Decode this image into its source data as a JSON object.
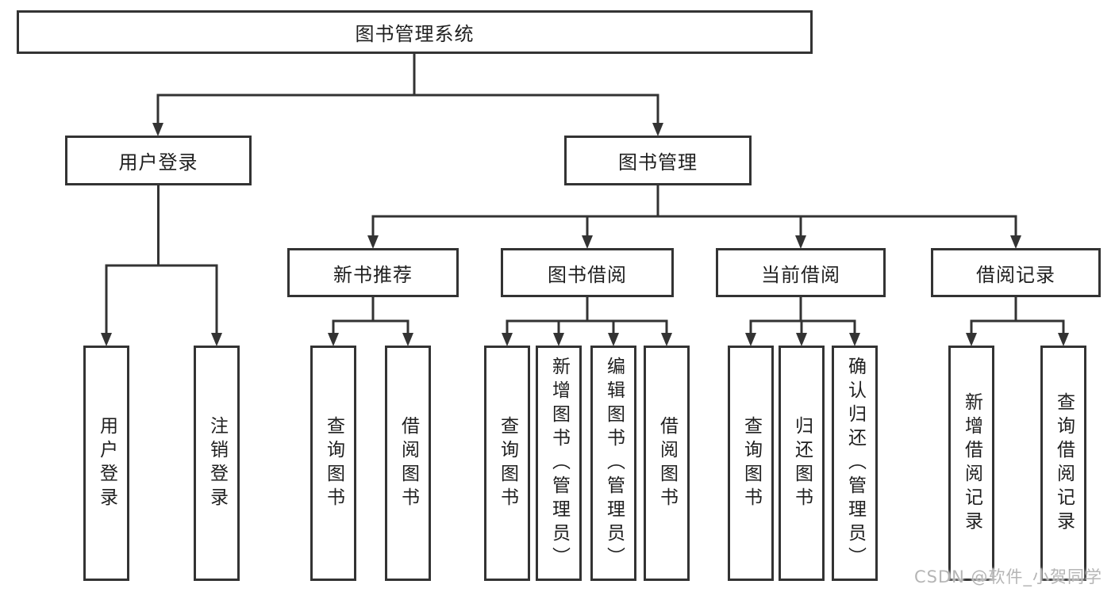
{
  "colors": {
    "line": "#333333",
    "text": "#1f1f1f",
    "background": "#ffffff",
    "watermark": "#b5b5b5"
  },
  "watermark": {
    "text": "CSDN @软件_小贺同学"
  },
  "tree": {
    "root": {
      "label": "图书管理系统",
      "children": [
        {
          "label": "用户登录",
          "children": [
            {
              "label": "用户登录"
            },
            {
              "label": "注销登录"
            }
          ]
        },
        {
          "label": "图书管理",
          "children": [
            {
              "label": "新书推荐",
              "children": [
                {
                  "label": "查询图书"
                },
                {
                  "label": "借阅图书"
                }
              ]
            },
            {
              "label": "图书借阅",
              "children": [
                {
                  "label": "查询图书"
                },
                {
                  "label": "新增图书（管理员）"
                },
                {
                  "label": "编辑图书（管理员）"
                },
                {
                  "label": "借阅图书"
                }
              ]
            },
            {
              "label": "当前借阅",
              "children": [
                {
                  "label": "查询图书"
                },
                {
                  "label": "归还图书"
                },
                {
                  "label": "确认归还（管理员）"
                }
              ]
            },
            {
              "label": "借阅记录",
              "children": [
                {
                  "label": "新增借阅记录"
                },
                {
                  "label": "查询借阅记录"
                }
              ]
            }
          ]
        }
      ]
    }
  }
}
